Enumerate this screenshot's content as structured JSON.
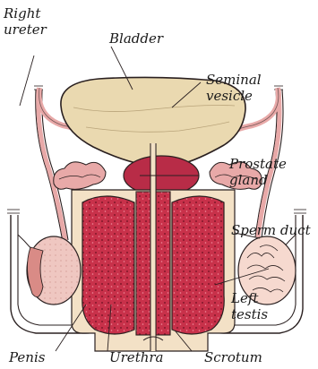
{
  "labels": {
    "right_ureter": [
      "Right",
      "ureter"
    ],
    "bladder": "Bladder",
    "seminal_vesicle": [
      "Seminal",
      "vesicle"
    ],
    "prostate_gland": [
      "Prostate",
      "gland"
    ],
    "sperm_duct": "Sperm duct",
    "left_testis": [
      "Left",
      "testis"
    ],
    "penis": "Penis",
    "urethra": "Urethra",
    "scrotum": "Scrotum"
  },
  "colors": {
    "bladder": "#ead9b0",
    "tube": "#e8a9a8",
    "penis_tissue": "#c8314a",
    "prostate": "#b82c47",
    "testis": "#efc7c1",
    "skin": "#f3e1c6",
    "outline": "#2a2020"
  }
}
